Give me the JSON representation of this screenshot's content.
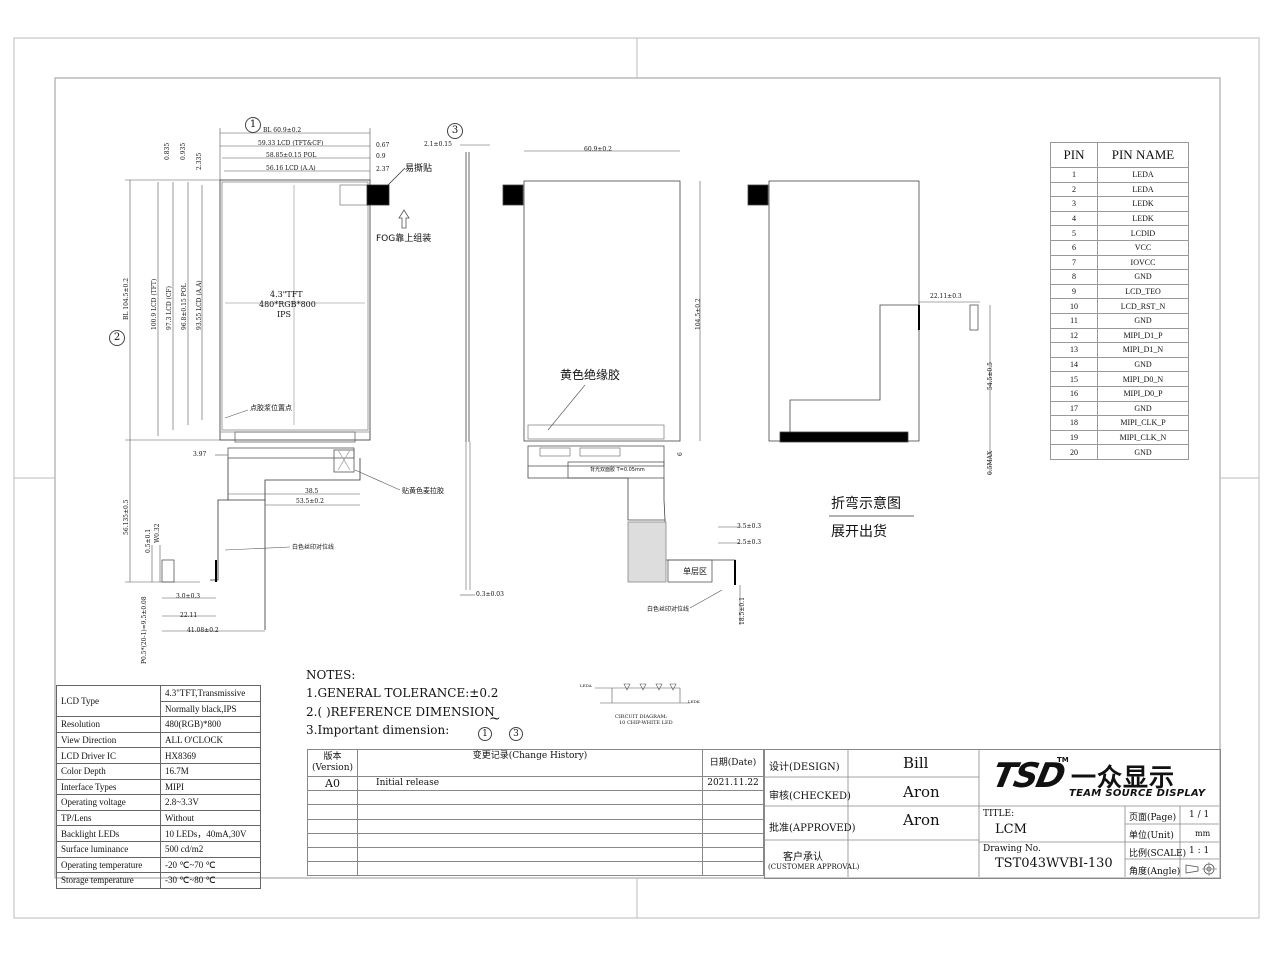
{
  "drawing": {
    "front_view": {
      "callout_1": "1",
      "callout_2": "2",
      "callout_3": "3",
      "dim_bl_width": "BL 60.9±0.2",
      "dim_lcd_tft": "59.33 LCD (TFT&CF)",
      "dim_pol": "58.85±0.15 POL",
      "dim_aa": "56.16 LCD (A.A)",
      "dim_067": "0.67",
      "dim_09": "0.9",
      "dim_237": "2.37",
      "dim_0835": "0.835",
      "dim_0935": "0.935",
      "dim_2335": "2.335",
      "dim_bl_height": "BL 104.5±0.2",
      "dim_lcd_tft_h": "100.9 LCD (TFT)",
      "dim_lcd_cf_h": "97.3 LCD (CF)",
      "dim_pol_h": "96.8±0.15 POL",
      "dim_aa_h": "93.55 LCD (A.A)",
      "panel_line1": "4.3\"TFT",
      "panel_line2": "480*RGB*800",
      "panel_line3": "IPS",
      "easy_tear": "易撕贴",
      "fog_note": "FOG靠上组装",
      "glue_point": "点胶浆位置点",
      "dim_397": "3.97",
      "dim_385": "38.5",
      "dim_535": "53.5±0.2",
      "yellow_tape": "贴黄色麦拉胶",
      "white_line": "白色丝印对位线",
      "dim_5613": "56.135±0.5",
      "dim_05": "0.5±0.1",
      "dim_w032": "W0.32",
      "dim_30": "3.0±0.3",
      "dim_2211": "22.11",
      "dim_4108": "41.08±0.2",
      "dim_pitch": "P0.5*(20-1)=9.5±0.08"
    },
    "side_view": {
      "dim_21": "2.1±0.15",
      "dim_03": "0.3±0.03"
    },
    "back_view": {
      "dim_609": "60.9±0.2",
      "dim_1045": "104.5±0.2",
      "insulation_tape": "黄色绝缘胶",
      "stiffener": "背光双面胶 T=0.05mm",
      "single_layer": "单层区",
      "dim_35": "3.5±0.3",
      "dim_25": "2.5±0.3",
      "dim_6": "6",
      "dim_185": "18.5±0.1",
      "white_line": "白色丝印对位线"
    },
    "folded_view": {
      "dim_2211": "22.11±0.3",
      "dim_545": "54.5±0.5",
      "dim_05max": "0.5MAX",
      "fold_label": "折弯示意图",
      "ship_label": "展开出货"
    },
    "circuit": {
      "caption_line1": "CIRCUIT DIAGRAM:",
      "caption_line2": "10 CHIP-WHITE LED",
      "left_label": "LEDA",
      "right_label": "LEDK"
    }
  },
  "pins": {
    "header_pin": "PIN",
    "header_name": "PIN  NAME",
    "rows": [
      {
        "pin": "1",
        "name": "LEDA"
      },
      {
        "pin": "2",
        "name": "LEDA"
      },
      {
        "pin": "3",
        "name": "LEDK"
      },
      {
        "pin": "4",
        "name": "LEDK"
      },
      {
        "pin": "5",
        "name": "LCDID"
      },
      {
        "pin": "6",
        "name": "VCC"
      },
      {
        "pin": "7",
        "name": "IOVCC"
      },
      {
        "pin": "8",
        "name": "GND"
      },
      {
        "pin": "9",
        "name": "LCD_TEO"
      },
      {
        "pin": "10",
        "name": "LCD_RST_N"
      },
      {
        "pin": "11",
        "name": "GND"
      },
      {
        "pin": "12",
        "name": "MIPI_D1_P"
      },
      {
        "pin": "13",
        "name": "MIPI_D1_N"
      },
      {
        "pin": "14",
        "name": "GND"
      },
      {
        "pin": "15",
        "name": "MIPI_D0_N"
      },
      {
        "pin": "16",
        "name": "MIPI_D0_P"
      },
      {
        "pin": "17",
        "name": "GND"
      },
      {
        "pin": "18",
        "name": "MIPI_CLK_P"
      },
      {
        "pin": "19",
        "name": "MIPI_CLK_N"
      },
      {
        "pin": "20",
        "name": "GND"
      }
    ]
  },
  "specs": [
    {
      "label": "LCD Type",
      "value": "4.3\"TFT,Transmissive",
      "value2": "Normally black,IPS"
    },
    {
      "label": "Resolution",
      "value": "480(RGB)*800"
    },
    {
      "label": "View Direction",
      "value": "ALL  O'CLOCK"
    },
    {
      "label": "LCD Driver IC",
      "value": "HX8369"
    },
    {
      "label": "Color Depth",
      "value": "16.7M"
    },
    {
      "label": "Interface Types",
      "value": "MIPI"
    },
    {
      "label": "Operating voltage",
      "value": "2.8~3.3V"
    },
    {
      "label": "TP/Lens",
      "value": "Without"
    },
    {
      "label": "Backlight LEDs",
      "value": "10 LEDs，40mA,30V"
    },
    {
      "label": "Surface luminance",
      "value": "500 cd/m2"
    },
    {
      "label": "Operating temperature",
      "value": "-20 ℃~70 ℃"
    },
    {
      "label": "Storage temperature",
      "value": "-30 ℃~80 ℃"
    }
  ],
  "notes": {
    "title": "NOTES:",
    "line1": "1.GENERAL TOLERANCE:±0.2",
    "line2": "2.(   )REFERENCE DIMENSION",
    "line3": "3.Important dimension:",
    "imp_from": "1",
    "imp_tilde": "~",
    "imp_to": "3"
  },
  "history": {
    "h_version": "版本",
    "h_version_en": "(Version)",
    "h_change": "变更记录(Change History)",
    "h_date": "日期(Date)",
    "row_version": "A0",
    "row_change": "Initial release",
    "row_date": "2021.11.22"
  },
  "title_block": {
    "design_label": "设计(DESIGN)",
    "design_value": "Bill",
    "checked_label": "审核(CHECKED)",
    "checked_value": "Aron",
    "approved_label": "批准(APPROVED)",
    "approved_value": "Aron",
    "customer_label": "客户承认",
    "customer_label_en": "(CUSTOMER APPROVAL)",
    "logo_tsd": "TSD",
    "logo_tm": "TM",
    "logo_cn": "一众显示",
    "logo_en": "TEAM SOURCE DISPLAY",
    "title_label": "TITLE:",
    "title_value": "LCM",
    "drawing_no_label": "Drawing No.",
    "drawing_no_value": "TST043WVBI-130",
    "page_label": "页面(Page)",
    "page_value": "1 / 1",
    "unit_label": "单位(Unit)",
    "unit_value": "mm",
    "scale_label": "比例(SCALE)",
    "scale_value": "1 : 1",
    "angle_label": "角度(Angle)"
  }
}
